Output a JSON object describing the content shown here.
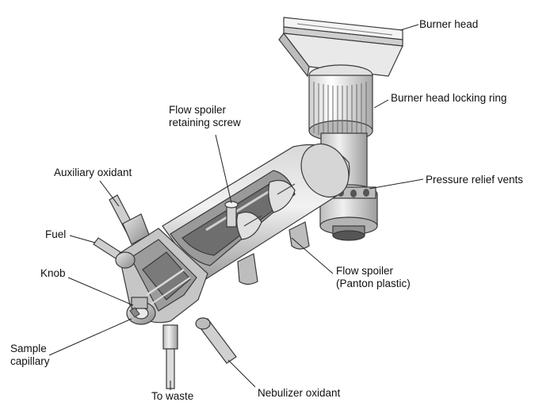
{
  "labels": {
    "burner_head": "Burner head",
    "locking_ring": "Burner head locking ring",
    "pressure_relief": "Pressure relief vents",
    "flow_spoiler_screw_1": "Flow spoiler",
    "flow_spoiler_screw_2": "retaining screw",
    "auxiliary_oxidant": "Auxiliary oxidant",
    "fuel": "Fuel",
    "knob": "Knob",
    "sample_capillary_1": "Sample",
    "sample_capillary_2": "capillary",
    "flow_spoiler_1": "Flow spoiler",
    "flow_spoiler_2": "(Panton plastic)",
    "to_waste": "To waste",
    "nebulizer_oxidant": "Nebulizer oxidant"
  },
  "colors": {
    "outline": "#3a3a3a",
    "light_metal": "#e6e6e6",
    "mid_metal": "#c4c4c4",
    "dark_metal": "#8e8e8e",
    "label_text": "#111111"
  }
}
